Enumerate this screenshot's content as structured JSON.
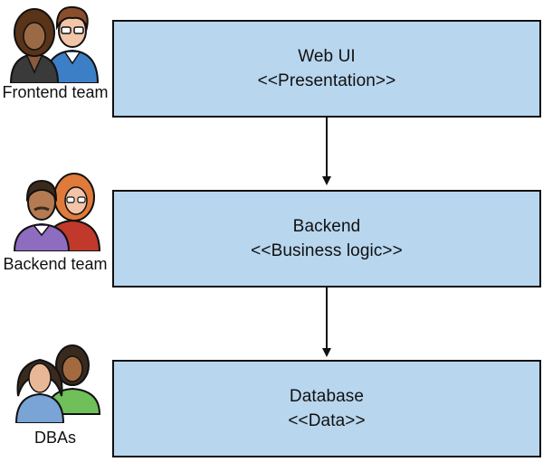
{
  "layers": [
    {
      "name": "Web UI",
      "stereotype": "<<Presentation>>"
    },
    {
      "name": "Backend",
      "stereotype": "<<Business logic>>"
    },
    {
      "name": "Database",
      "stereotype": "<<Data>>"
    }
  ],
  "teams": [
    {
      "label": "Frontend team",
      "icon": "frontend-team-icon"
    },
    {
      "label": "Backend team",
      "icon": "backend-team-icon"
    },
    {
      "label": "DBAs",
      "icon": "dba-team-icon"
    }
  ],
  "colors": {
    "box_fill": "#b8d6ee",
    "box_border": "#111111",
    "arrow": "#111111"
  }
}
